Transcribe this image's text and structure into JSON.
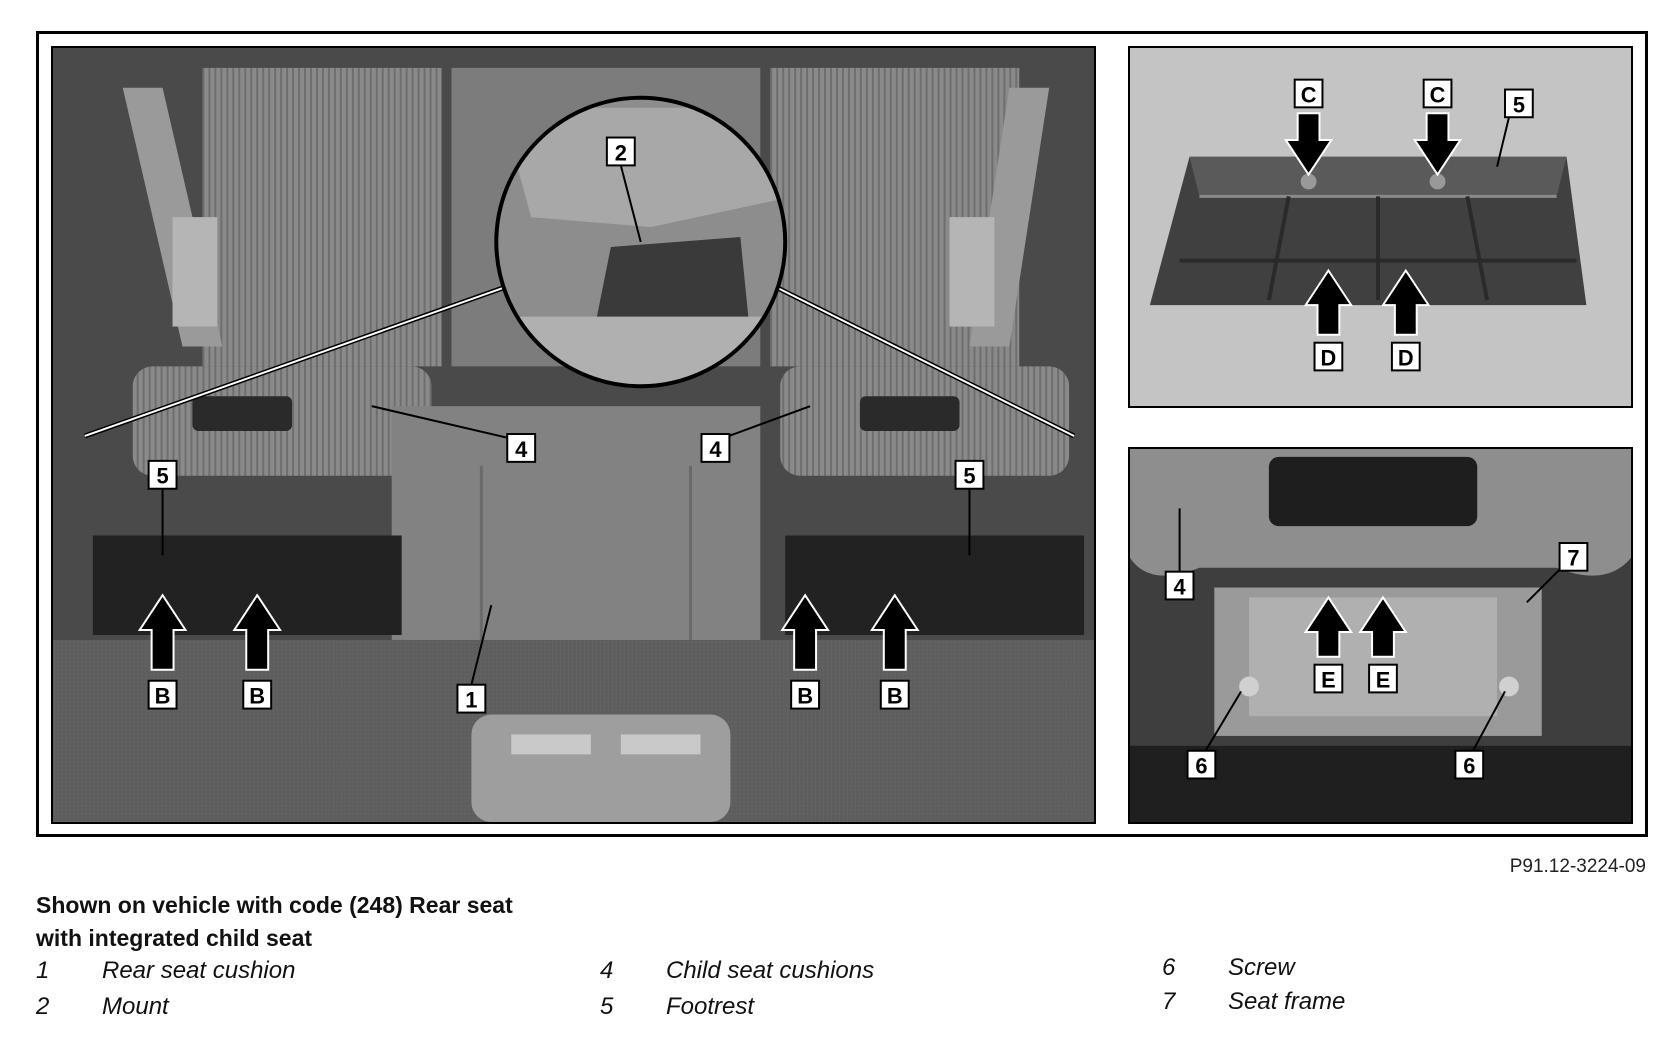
{
  "reference_code": "P91.12-3224-09",
  "caption": "Shown on vehicle with code (248) Rear seat with integrated child seat",
  "legend": [
    {
      "num": "1",
      "text": "Rear seat cushion"
    },
    {
      "num": "2",
      "text": "Mount"
    },
    {
      "num": "4",
      "text": "Child seat cushions"
    },
    {
      "num": "5",
      "text": "Footrest"
    },
    {
      "num": "6",
      "text": "Screw"
    },
    {
      "num": "7",
      "text": "Seat frame"
    }
  ],
  "callouts": {
    "main": [
      "1",
      "2",
      "4",
      "4",
      "5",
      "5"
    ],
    "main_arrows": [
      "B",
      "B",
      "B",
      "B"
    ],
    "top_right": [
      "5"
    ],
    "top_right_arrows": [
      "C",
      "C",
      "D",
      "D"
    ],
    "bottom_right": [
      "4",
      "7",
      "6",
      "6"
    ],
    "bottom_right_arrows": [
      "E",
      "E"
    ]
  }
}
